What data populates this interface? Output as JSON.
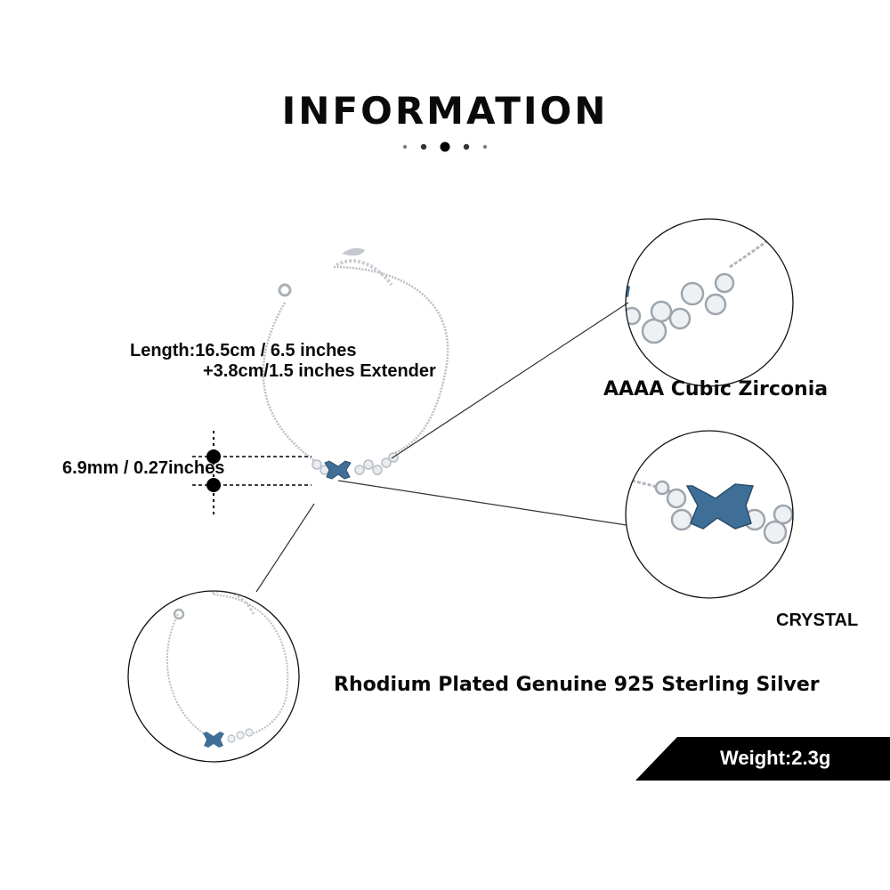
{
  "header": {
    "title": "INFORMATION"
  },
  "specs": {
    "length_line1": "Length:16.5cm / 6.5 inches",
    "length_line2": "+3.8cm/1.5 inches Extender",
    "width": "6.9mm / 0.27inches"
  },
  "callouts": {
    "cubic_zirconia": "AAAA Cubic Zirconia",
    "crystal": "CRYSTAL",
    "material": "Rhodium Plated Genuine 925 Sterling Silver"
  },
  "weight_tag": {
    "label": "Weight:2.3g"
  },
  "colors": {
    "text": "#0a0a0a",
    "crystal_blue": "#3f6f97",
    "silver": "#c9ced4",
    "tag_bg": "#000000"
  }
}
